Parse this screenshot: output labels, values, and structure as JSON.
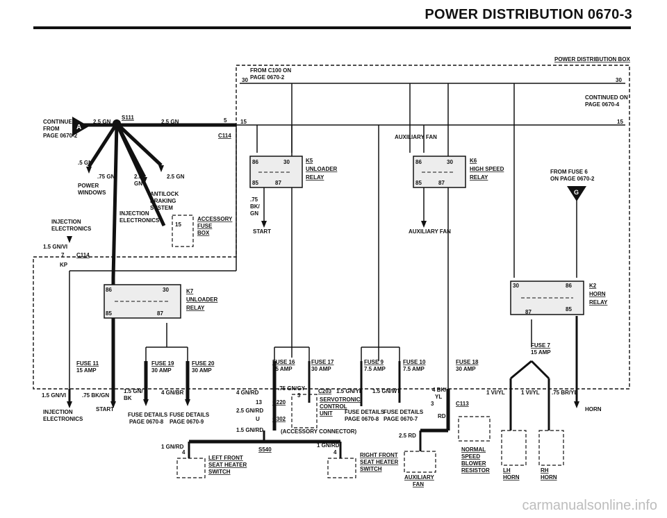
{
  "header": {
    "title": "POWER DISTRIBUTION   0670-3"
  },
  "watermark": "carmanualsonline.info",
  "colors": {
    "ink": "#111111",
    "relay_fill": "#ededed",
    "watermark": "#bdbdbd"
  },
  "labels": {
    "pdb": "POWER DISTRIBUTION BOX",
    "from_c100_1": "FROM C100 ON",
    "from_c100_2": "PAGE 0670-2",
    "t30_left": "30",
    "t30_right": "30",
    "cont_on_1": "CONTINUED ON",
    "cont_on_2": "PAGE 0670-4",
    "cont_from_1": "CONTINUED",
    "cont_from_2": "FROM",
    "cont_from_3": "PAGE 0670-2",
    "conn_a": "A",
    "w25gn_1": "2.5 GN",
    "s111": "S111",
    "w25gn_2": "2.5 GN",
    "n5": "5",
    "n15": "15",
    "n15_right": "15",
    "c114_top": "C114",
    "aux_fan_top": "AUXILIARY FAN",
    "w5gn": ".5 GN",
    "w75gn": ".75 GN",
    "power_1": "POWER",
    "power_2": "WINDOWS",
    "w25gn_a": "2.5",
    "w25gn_b": "GN",
    "w25gn_3": "2.5 GN",
    "abs_1": "ANTILOCK",
    "abs_2": "BRAKING",
    "abs_3": "SYSTEM",
    "inj_top_1": "INJECTION",
    "inj_top_2": "ELECTRONICS",
    "inj_left_1": "INJECTION",
    "inj_left_2": "ELECTRONICS",
    "acc_1": "ACCESSORY",
    "acc_2": "FUSE",
    "acc_3": "BOX",
    "n15_acc": "15",
    "k5_1": "K5",
    "k5_2": "UNLOADER",
    "k5_3": "RELAY",
    "k6_1": "K6",
    "k6_2": "HIGH SPEED",
    "k6_3": "RELAY",
    "k7_1": "K7",
    "k7_2": "UNLOADER",
    "k7_3": "RELAY",
    "k2_1": "K2",
    "k2_2": "HORN",
    "k2_3": "RELAY",
    "p86a": "86",
    "p30a": "30",
    "p85a": "85",
    "p87a": "87",
    "p86b": "86",
    "p30b": "30",
    "p85b": "85",
    "p87b": "87",
    "p86c": "86",
    "p30c": "30",
    "p85c": "85",
    "p87c": "87",
    "p30d": "30",
    "p86d": "86",
    "p85d": "85",
    "p87d": "87",
    "w75bk_1": ".75",
    "w75bk_2": "BK/",
    "w75bk_3": "GN",
    "start_top": "START",
    "aux_fan_mid": "AUXILIARY FAN",
    "from_fuse6_1": "FROM FUSE 6",
    "from_fuse6_2": "ON PAGE 0670-2",
    "conn_g": "G",
    "w15gnvi": "1.5 GN/VI",
    "n7": "7",
    "c114_left": "C114",
    "kp": "KP",
    "fuse11_1": "FUSE 11",
    "fuse11_2": "15 AMP",
    "fuse19_1": "FUSE 19",
    "fuse19_2": "30 AMP",
    "fuse20_1": "FUSE 20",
    "fuse20_2": "30 AMP",
    "fuse16_1": "FUSE 16",
    "fuse16_2": "15 AMP",
    "fuse17_1": "FUSE 17",
    "fuse17_2": "30 AMP",
    "fuse9_1": "FUSE 9",
    "fuse9_2": "7.5 AMP",
    "fuse10_1": "FUSE 10",
    "fuse10_2": "7.5 AMP",
    "fuse18_1": "FUSE 18",
    "fuse18_2": "30 AMP",
    "fuse7_1": "FUSE 7",
    "fuse7_2": "15 AMP",
    "b15gnvi": "1.5 GN/VI",
    "b75bkgn": ".75 BK/GN",
    "b15gn_1": "1.5 GN/",
    "b15gn_2": "BK",
    "b4gnbr": "4 GN/BR",
    "b4gnrd": "4 GN/RD",
    "b75gngy": ".75 GN/GY",
    "c203": "C203",
    "b15gnyl": "1.5 GN/YL",
    "b15gnwt": "1.5 GN/WT",
    "b4bk_1": "4 BK/",
    "b4bk_2": "YL",
    "b1viyl_1": "1 VI/YL",
    "b1viyl_2": "1 VI/YL",
    "b75bryl": ".75 BR/YL",
    "n13": "13",
    "c220": "C220",
    "n3a": "3",
    "n3b": "3",
    "servo_1": "SERVOTRONIC",
    "servo_2": "CONTROL",
    "servo_3": "UNIT",
    "c113": "C113",
    "b25gnrd": "2.5 GN/RD",
    "u": "U",
    "c302": "C302",
    "inj_bot_1": "INJECTION",
    "inj_bot_2": "ELECTRONICS",
    "start_bot": "START",
    "fd_1a": "FUSE DETAILS",
    "fd_1b": "PAGE 0670-8",
    "fd_2a": "FUSE DETAILS",
    "fd_2b": "PAGE 0670-9",
    "fd_3a": "FUSE DETAILS",
    "fd_3b": "PAGE 0670-8",
    "fd_4a": "FUSE DETAILS",
    "fd_4b": "PAGE 0670-7",
    "rd": "RD",
    "horn_r": "HORN",
    "b15gnrd": "1.5 GN/RD",
    "acc_conn": "(ACCESSORY CONNECTOR)",
    "b25rd": "2.5 RD",
    "b1gnrd_l": "1 GN/RD",
    "b1gnrd_r": "1 GN/RD",
    "n4a": "4",
    "n4b": "4",
    "s540": "S540",
    "lf_1": "LEFT FRONT",
    "lf_2": "SEAT HEATER",
    "lf_3": "SWITCH",
    "rf_1": "RIGHT FRONT",
    "rf_2": "SEAT HEATER",
    "rf_3": "SWITCH",
    "afan_1": "AUXILIARY",
    "afan_2": "FAN",
    "nsbr_1": "NORMAL",
    "nsbr_2": "SPEED",
    "nsbr_3": "BLOWER",
    "nsbr_4": "RESISTOR",
    "lh_1": "LH",
    "lh_2": "HORN",
    "rh_1": "RH",
    "rh_2": "HORN"
  }
}
